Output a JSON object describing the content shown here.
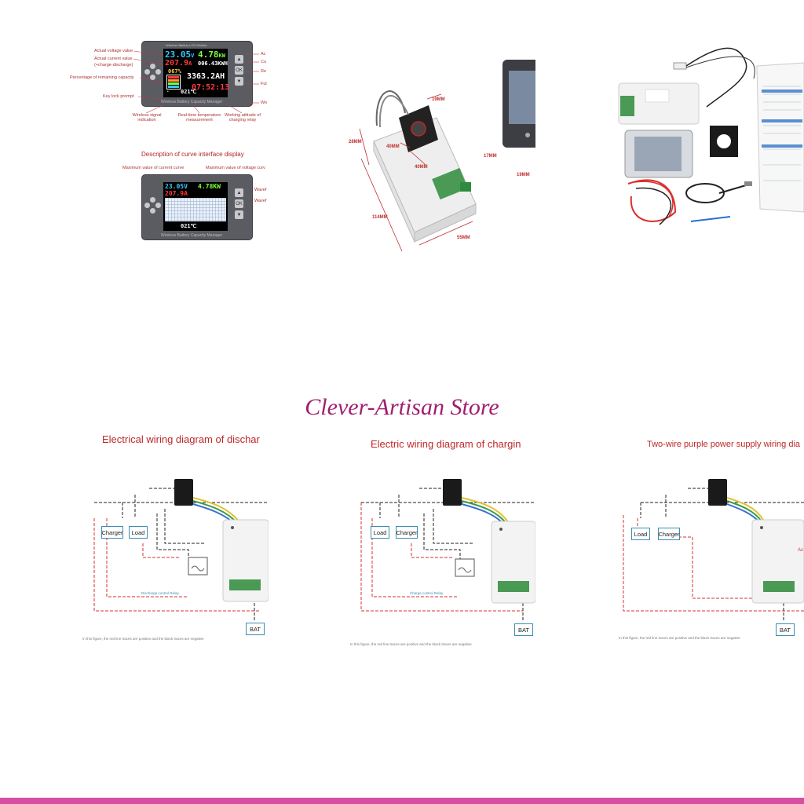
{
  "lcd": {
    "header_line": "Wireless Battery LCD Monitor",
    "voltage": "23.05",
    "voltage_unit": "V",
    "power": "4.78",
    "power_unit": "KW",
    "current": "207.9",
    "current_unit": "A",
    "energy": "006.43KWH",
    "percent": "067%",
    "capacity": "3363.2AH",
    "temperature": "021℃",
    "time": "07:52:13",
    "footer": "Wireless Battery Capacity Manager",
    "buttons": [
      "▲",
      "OK",
      "▼"
    ]
  },
  "panel1_labels": {
    "actual_voltage": "Actual voltage value",
    "actual_current": "Actual current value",
    "charge_discharge": "(+charge-discharge)",
    "remaining": "Percentage of remaining capacity",
    "key_lock": "Key lock prompt",
    "wireless": "Wireless signal indication",
    "temperature": "Real-time temperature measurement",
    "relay": "Working attitude of charging relay",
    "r1": "Ac",
    "r2": "Cu",
    "r3": "Re",
    "r4": "Ful",
    "r5": "Wo",
    "curve_title": "Description of curve interface display",
    "max_current": "Maximum value of current curve",
    "max_voltage": "Maximum value of voltage curv",
    "wave1": "Wavef",
    "wave2": "Wavef"
  },
  "dimensions": {
    "d19a": "19MM",
    "d28": "28MM",
    "d40a": "40MM",
    "d40b": "40MM",
    "d114": "114MM",
    "d55": "55MM",
    "d17": "17MM",
    "d19b": "19MM"
  },
  "store_name": "Clever-Artisan Store",
  "wiring": {
    "titles": [
      "Electrical wiring diagram of dischar",
      "Electric wiring diagram of chargin",
      "Two-wire purple power supply wiring dia"
    ],
    "charger": "Charger",
    "load": "Load",
    "bat": "BAT",
    "relay1": "Discharge control Relay",
    "relay2": "Charge control Relay",
    "note1": "In this figure, the red line traces are positive and the black traces are negative",
    "note2": "In this figure, the red line traces are positive and the black traces are negative",
    "note3": "In this figure, the red line traces are positive and the black traces are negative",
    "p3_label": "Ac"
  },
  "colors": {
    "accent": "#a01e70",
    "bar": "#d64fa5",
    "wire_red": "#d9302c",
    "wire_black": "#222222"
  }
}
